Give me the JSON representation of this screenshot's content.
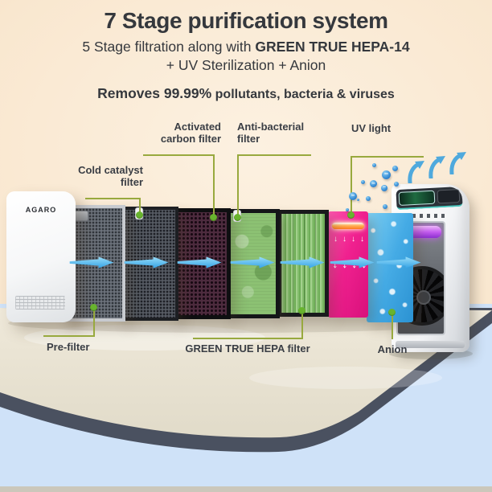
{
  "header": {
    "title": "7 Stage purification system",
    "subtitle_text": "5 Stage filtration along with ",
    "subtitle_bold": "GREEN TRUE HEPA-14",
    "subtitle_line2": "+ UV Sterilization + Anion",
    "removes_bold": "Removes 99.99%",
    "removes_rest": " pollutants, bacteria & viruses"
  },
  "brand": {
    "panel_logo": "AGARO"
  },
  "stage_labels": {
    "pre_filter": "Pre-filter",
    "cold_catalyst": "Cold catalyst filter",
    "activated_carbon": "Activated carbon filter",
    "anti_bacterial": "Anti-bacterial filter",
    "hepa": "GREEN TRUE HEPA filter",
    "uv_light": "UV light",
    "anion": "Anion"
  },
  "glyphs": {
    "down_arrow": "↓",
    "minus": "−"
  },
  "colors": {
    "title_text": "#35383d",
    "accent_line": "#98a93e",
    "accent_dot": "#68b42e",
    "arrow_blue": "#4fb9ef",
    "uv_pink": "#f0218f",
    "anion_blue": "#3ea4e2",
    "wall_peach": "#f8e5cb",
    "floor_blue": "#cfe2f8",
    "table_edge": "#4a5160"
  }
}
